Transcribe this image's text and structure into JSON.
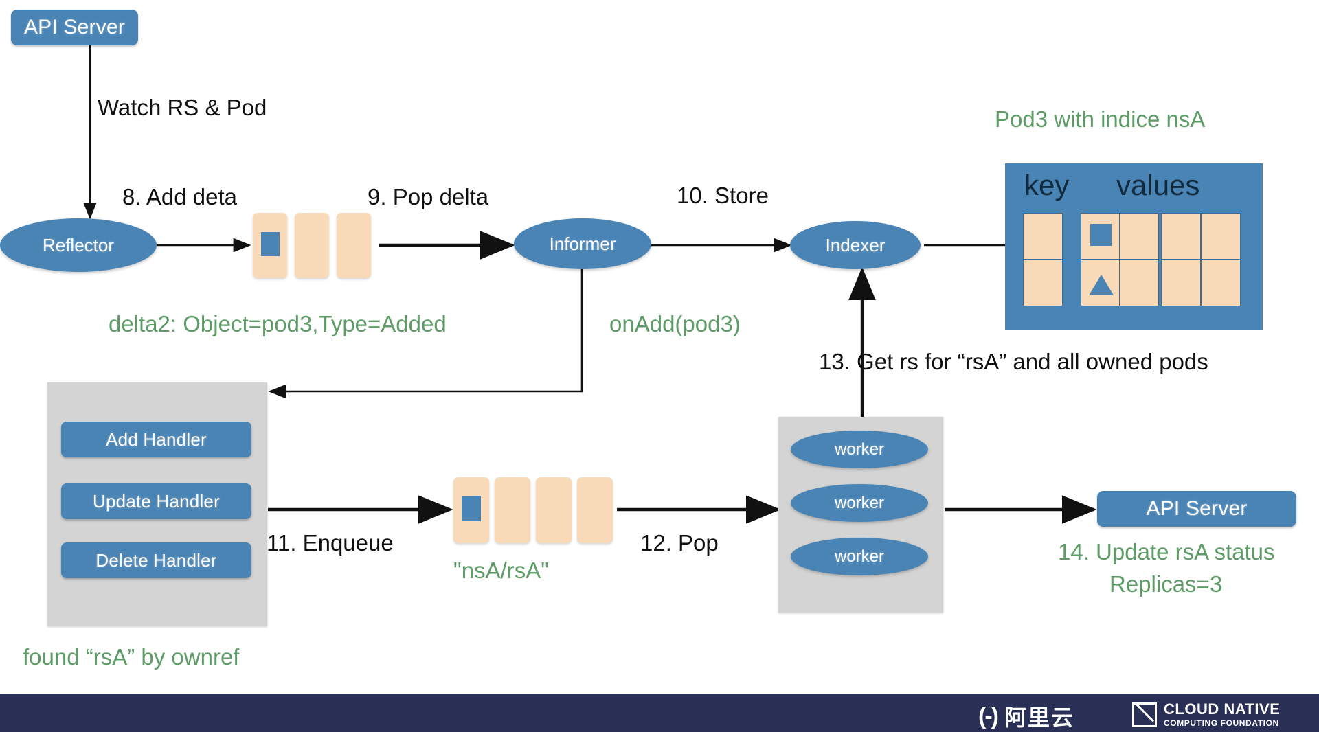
{
  "nodes": {
    "api_server_top": "API Server",
    "api_server_bottom": "API Server",
    "reflector": "Reflector",
    "informer": "Informer",
    "indexer": "Indexer"
  },
  "handlers": {
    "add": "Add Handler",
    "update": "Update Handler",
    "delete": "Delete Handler"
  },
  "workers": [
    {
      "label": "worker"
    },
    {
      "label": "worker"
    },
    {
      "label": "worker"
    }
  ],
  "indexer_table": {
    "title": "Pod3 with indice nsA",
    "col_key": "key",
    "col_values": "values",
    "rows": [
      {
        "key": "",
        "values": [
          "square",
          "",
          "",
          ""
        ]
      },
      {
        "key": "",
        "values": [
          "triangle",
          "",
          "",
          ""
        ]
      }
    ]
  },
  "steps": {
    "watch": "Watch RS & Pod",
    "s8": "8. Add deta",
    "s9": "9. Pop delta",
    "s10": "10. Store",
    "s11": "11. Enqueue",
    "s12": "12. Pop",
    "s13": "13. Get rs for “rsA” and all owned pods"
  },
  "annotations": {
    "delta2": "delta2: Object=pod3,Type=Added",
    "on_add": "onAdd(pod3)",
    "queue_item": "\"nsA/rsA\"",
    "found_ownref": "found “rsA” by ownref",
    "s14_line1": "14. Update rsA status",
    "s14_line2": "Replicas=3"
  },
  "delta_queue": {
    "cards": [
      {
        "chip": "square"
      },
      {
        "chip": ""
      },
      {
        "chip": ""
      }
    ]
  },
  "work_queue": {
    "cards": [
      {
        "chip": "square"
      },
      {
        "chip": ""
      },
      {
        "chip": ""
      },
      {
        "chip": ""
      }
    ]
  },
  "footer": {
    "alibaba_mark": "(-)",
    "alibaba_label": "阿里云",
    "cncf_line1": "CLOUD NATIVE",
    "cncf_line2": "COMPUTING FOUNDATION"
  },
  "colors": {
    "blue": "#4a84b5",
    "peach": "#f8d9b8",
    "green": "#5d9c66",
    "grey": "#d4d4d4",
    "footer": "#2a2f55"
  }
}
